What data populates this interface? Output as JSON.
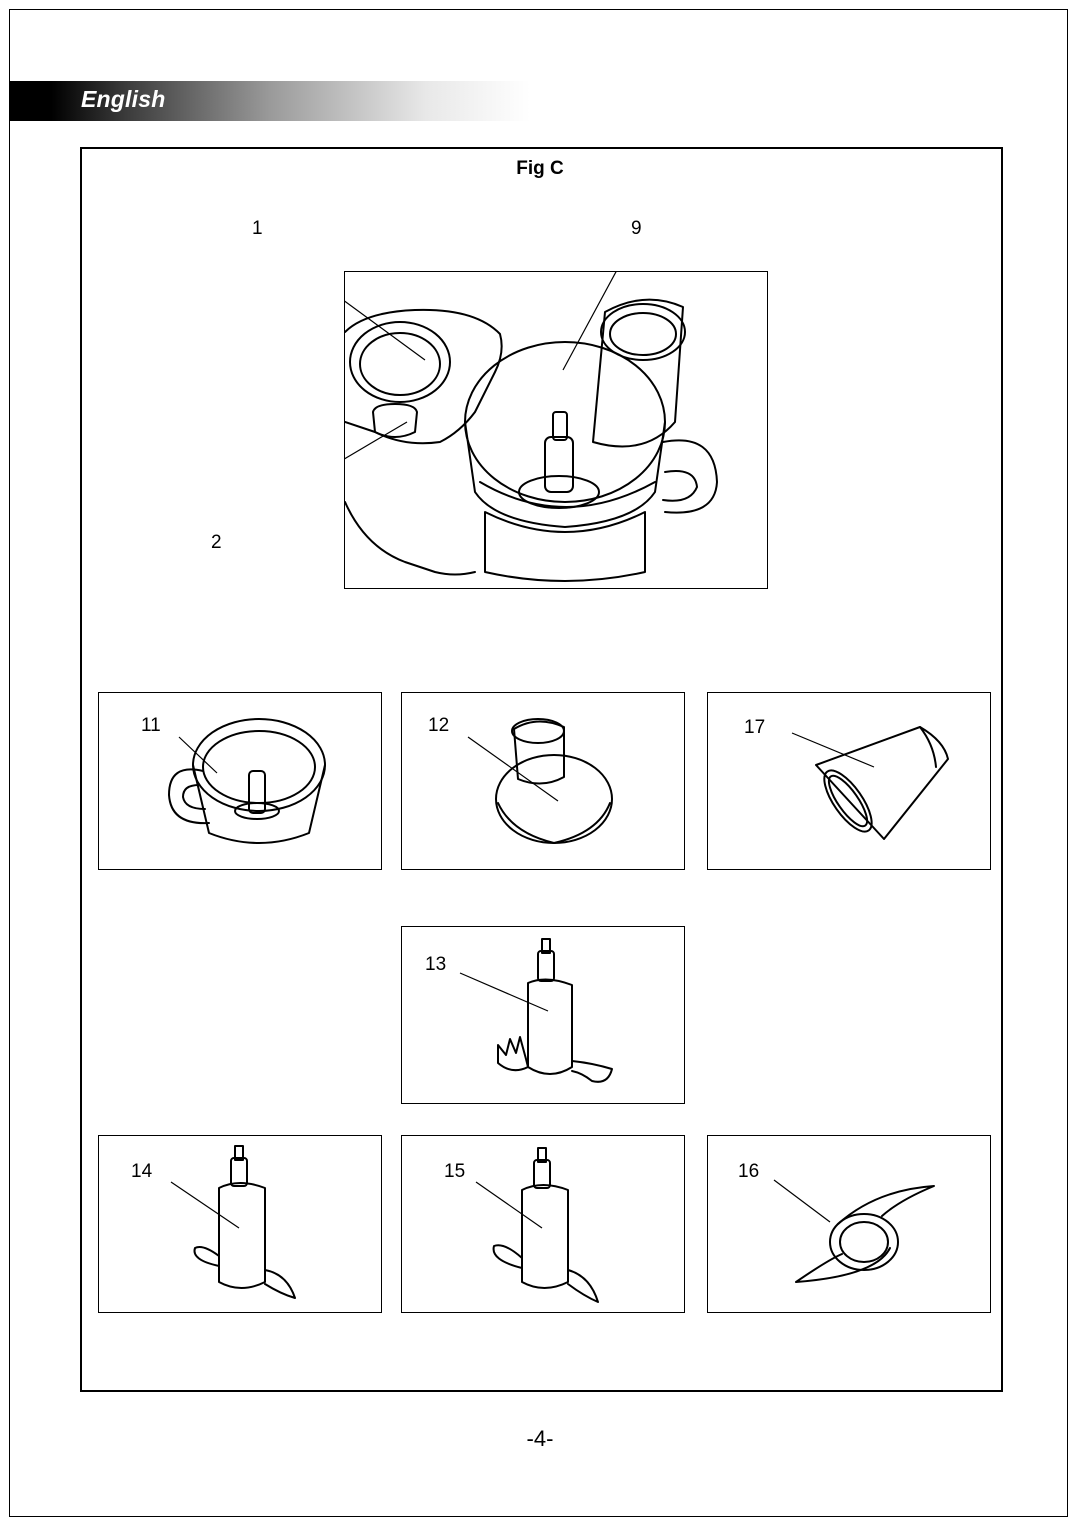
{
  "header": {
    "language": "English"
  },
  "figure": {
    "title": "Fig C",
    "callouts": {
      "c1": "1",
      "c2": "2",
      "c9": "9",
      "c11": "11",
      "c12": "12",
      "c13": "13",
      "c14": "14",
      "c15": "15",
      "c16": "16",
      "c17": "17"
    },
    "illustrations": {
      "main": "food-processor-assembled",
      "p11": "bowl",
      "p12": "lid",
      "p13": "kneading-tool",
      "p14": "chopping-blade",
      "p15": "dough-blade",
      "p16": "whisk-attachment",
      "p17": "pusher"
    }
  },
  "footer": {
    "page_number": "-4-"
  }
}
